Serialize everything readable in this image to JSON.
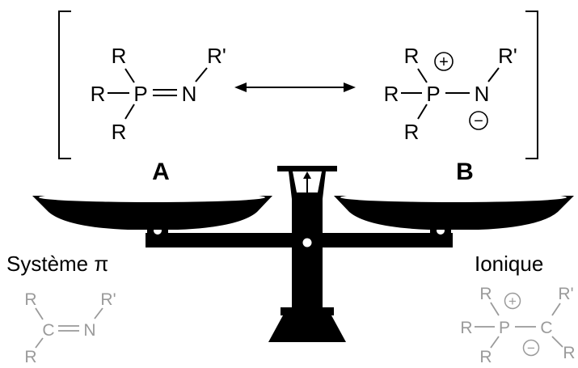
{
  "colors": {
    "ink": "#000000",
    "grey": "#9a9a9a",
    "background": "#ffffff"
  },
  "structure_a": {
    "r_top": "R",
    "r_left": "R",
    "p": "P",
    "n": "N",
    "r_prime": "R'",
    "r_bottom": "R"
  },
  "structure_b": {
    "r_top": "R",
    "r_left": "R",
    "p": "P",
    "n": "N",
    "r_prime": "R'",
    "r_bottom": "R",
    "plus": "+",
    "minus": "−"
  },
  "labels": {
    "a": "A",
    "b": "B"
  },
  "left_caption": "Système π",
  "right_caption": "Ionique",
  "imine": {
    "r_top": "R",
    "c": "C",
    "n": "N",
    "r_prime": "R'",
    "r_bottom": "R"
  },
  "ylide": {
    "r_top": "R",
    "r_left": "R",
    "p": "P",
    "c": "C",
    "r_prime": "R'",
    "r_right": "R",
    "r_bottom": "R",
    "plus": "+",
    "minus": "−"
  }
}
